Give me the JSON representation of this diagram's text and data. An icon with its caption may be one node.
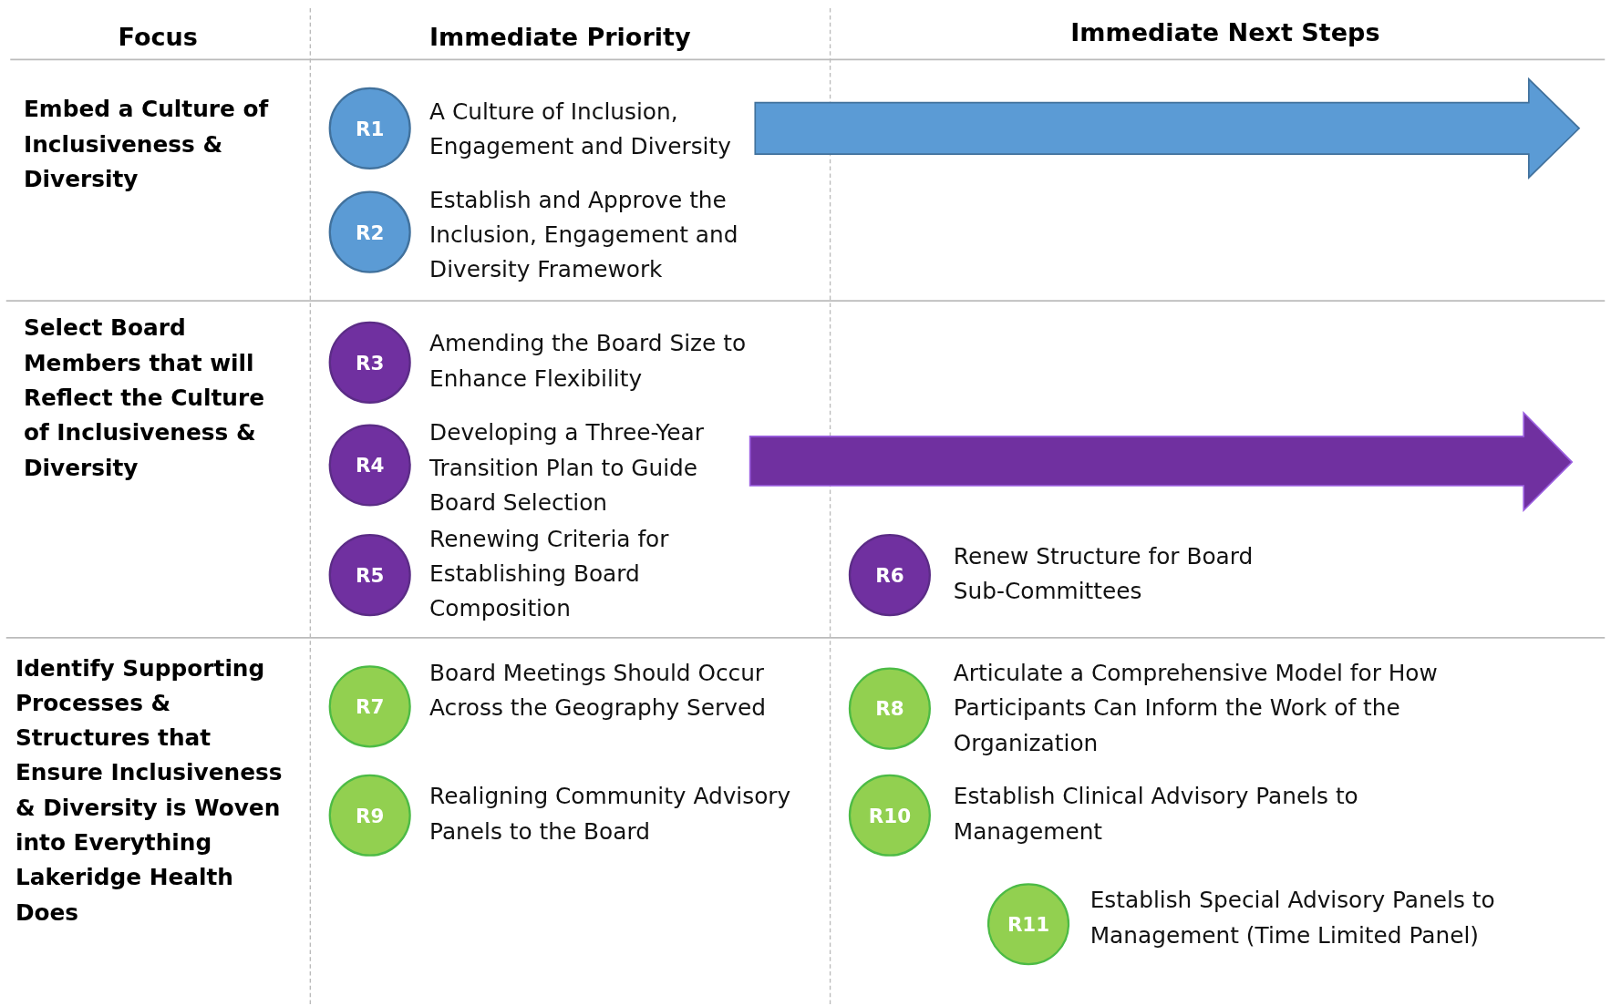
{
  "diagram": {
    "nodes": [
      {
        "text": [
          "R1"
        ],
        "beside": [
          "A Culture of Inclusion, Engagement and Diversity"
        ]
      },
      {
        "text": [
          "R2"
        ],
        "beside": [
          "Establish and Approve the Inclusion, Engagement and Diversity Framework"
        ]
      },
      {
        "text": [
          "R3"
        ],
        "beside": [
          "Amending the Board Size to Enhance Flexibility"
        ]
      },
      {
        "text": [
          "R4"
        ],
        "beside": [
          "Developing a Three-Year Transition Plan to Guide Board Selection"
        ]
      },
      {
        "text": [
          "R5"
        ],
        "beside": [
          "Renewing Criteria for Establishing Board Composition"
        ]
      },
      {
        "text": [
          "R6"
        ],
        "beside": [
          "Renew Structure for Board Sub-Committees"
        ]
      },
      {
        "text": [
          "R7"
        ],
        "beside": [
          "Board Meetings Should Occur Across the Geography Served"
        ]
      },
      {
        "text": [
          "R8"
        ],
        "beside": [
          "Articulate a Comprehensive Model for How Participants Can Inform the Work of the Organization"
        ]
      },
      {
        "text": [
          "R9"
        ],
        "beside": [
          "Realigning Community Advisory Panels to the Board"
        ]
      },
      {
        "text": [
          "R10"
        ],
        "beside": [
          "Establish Clinical Advisory Panels to Management"
        ]
      },
      {
        "text": [
          "R11"
        ],
        "beside": [
          "Establish Special Advisory Panels to Management (Time Limited Panel)"
        ]
      }
    ],
    "labels": [
      "Focus",
      "Immediate Priority",
      "Immediate Next Steps",
      "Embed a Culture of Inclusiveness & Diversity",
      "Select Board Members that will Reflect the Culture of Inclusiveness & Diversity",
      "Identify Supporting Processes & Structures that Ensure Inclusiveness & Diversity is Woven into Everything Lakeridge Health Does"
    ]
  }
}
